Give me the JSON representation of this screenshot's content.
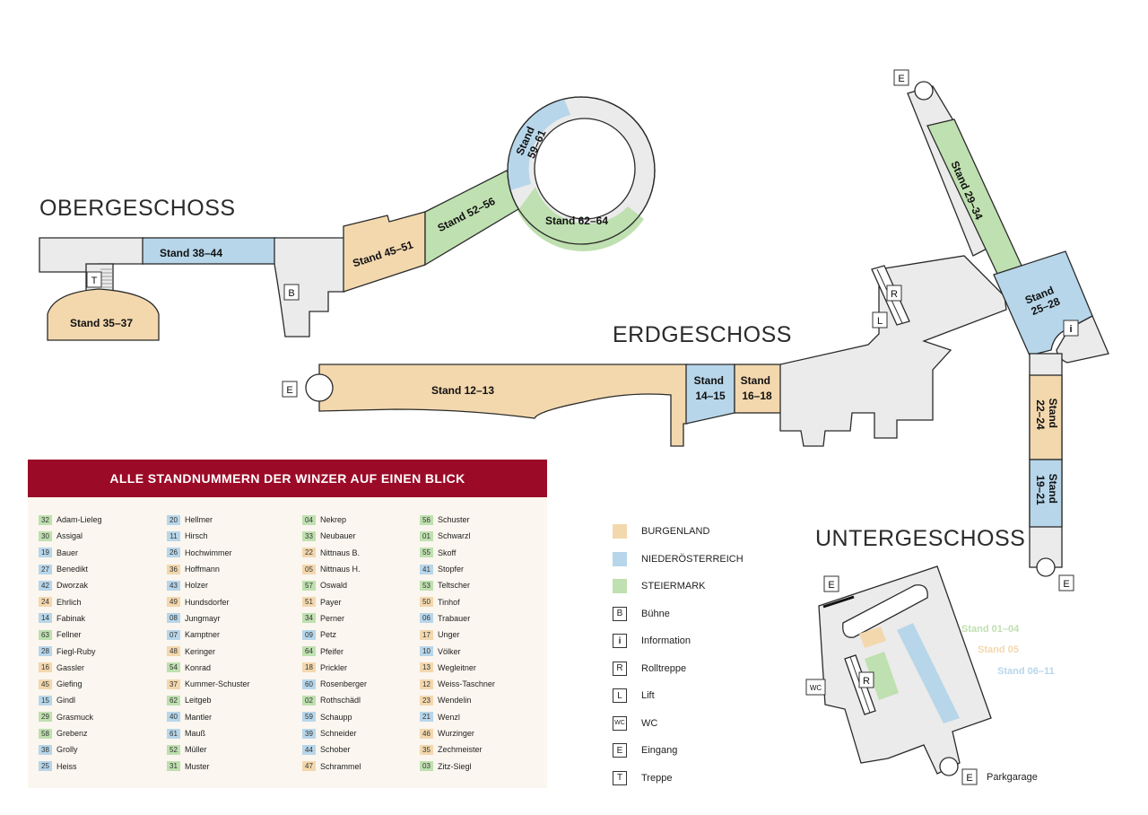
{
  "floors": {
    "obergeschoss": "OBERGESCHOSS",
    "erdgeschoss": "ERDGESCHOSS",
    "untergeschoss": "UNTERGESCHOSS"
  },
  "stands": {
    "s35_37": "Stand 35–37",
    "s38_44": "Stand 38–44",
    "s45_51": "Stand 45–51",
    "s52_56": "Stand 52–56",
    "s59_61": [
      "Stand",
      "59–61"
    ],
    "s62_64": "Stand 62–64",
    "s12_13": "Stand 12–13",
    "s14_15": [
      "Stand",
      "14–15"
    ],
    "s16_18": [
      "Stand",
      "16–18"
    ],
    "s29_34": "Stand 29–34",
    "s25_28": [
      "Stand",
      "25–28"
    ],
    "s22_24": [
      "Stand",
      "22–24"
    ],
    "s19_21": [
      "Stand",
      "19–21"
    ],
    "s01_04": "Stand 01–04",
    "s05": "Stand 05",
    "s06_11": "Stand 06–11"
  },
  "markers": {
    "treppe": "T",
    "buehne": "B",
    "rolltreppe": "R",
    "lift": "L",
    "eingang": "E",
    "wc": "WC",
    "info": "i",
    "parkgarage": "Parkgarage"
  },
  "colors": {
    "burgenland": "#f3d8ae",
    "niederoesterreich": "#b7d6ea",
    "steiermark": "#bfe0b0",
    "panel_header": "#9b0a27"
  },
  "panel": {
    "title": "ALLE STANDNUMMERN DER WINZER AUF EINEN BLICK",
    "columns": [
      [
        {
          "num": "32",
          "name": "Adam-Lieleg",
          "region": "stm"
        },
        {
          "num": "30",
          "name": "Assigal",
          "region": "stm"
        },
        {
          "num": "19",
          "name": "Bauer",
          "region": "noe"
        },
        {
          "num": "27",
          "name": "Benedikt",
          "region": "noe"
        },
        {
          "num": "42",
          "name": "Dworzak",
          "region": "noe"
        },
        {
          "num": "24",
          "name": "Ehrlich",
          "region": "bgl"
        },
        {
          "num": "14",
          "name": "Fabinak",
          "region": "noe"
        },
        {
          "num": "63",
          "name": "Fellner",
          "region": "stm"
        },
        {
          "num": "28",
          "name": "Fiegl-Ruby",
          "region": "noe"
        },
        {
          "num": "16",
          "name": "Gassler",
          "region": "bgl"
        },
        {
          "num": "45",
          "name": "Giefing",
          "region": "bgl"
        },
        {
          "num": "15",
          "name": "Gindl",
          "region": "noe"
        },
        {
          "num": "29",
          "name": "Grasmuck",
          "region": "stm"
        },
        {
          "num": "58",
          "name": "Grebenz",
          "region": "stm"
        },
        {
          "num": "38",
          "name": "Grolly",
          "region": "noe"
        },
        {
          "num": "25",
          "name": "Heiss",
          "region": "noe"
        }
      ],
      [
        {
          "num": "20",
          "name": "Hellmer",
          "region": "noe"
        },
        {
          "num": "11",
          "name": "Hirsch",
          "region": "noe"
        },
        {
          "num": "26",
          "name": "Hochwimmer",
          "region": "noe"
        },
        {
          "num": "36",
          "name": "Hoffmann",
          "region": "bgl"
        },
        {
          "num": "43",
          "name": "Holzer",
          "region": "noe"
        },
        {
          "num": "49",
          "name": "Hundsdorfer",
          "region": "bgl"
        },
        {
          "num": "08",
          "name": "Jungmayr",
          "region": "noe"
        },
        {
          "num": "07",
          "name": "Kamptner",
          "region": "noe"
        },
        {
          "num": "48",
          "name": "Keringer",
          "region": "bgl"
        },
        {
          "num": "54",
          "name": "Konrad",
          "region": "stm"
        },
        {
          "num": "37",
          "name": "Kummer-Schuster",
          "region": "bgl"
        },
        {
          "num": "62",
          "name": "Leitgeb",
          "region": "stm"
        },
        {
          "num": "40",
          "name": "Mantler",
          "region": "noe"
        },
        {
          "num": "61",
          "name": "Mauß",
          "region": "noe"
        },
        {
          "num": "52",
          "name": "Müller",
          "region": "stm"
        },
        {
          "num": "31",
          "name": "Muster",
          "region": "stm"
        }
      ],
      [
        {
          "num": "04",
          "name": "Nekrep",
          "region": "stm"
        },
        {
          "num": "33",
          "name": "Neubauer",
          "region": "stm"
        },
        {
          "num": "22",
          "name": "Nittnaus B.",
          "region": "bgl"
        },
        {
          "num": "05",
          "name": "Nittnaus H.",
          "region": "bgl"
        },
        {
          "num": "57",
          "name": "Oswald",
          "region": "stm"
        },
        {
          "num": "51",
          "name": "Payer",
          "region": "bgl"
        },
        {
          "num": "34",
          "name": "Perner",
          "region": "stm"
        },
        {
          "num": "09",
          "name": "Petz",
          "region": "noe"
        },
        {
          "num": "64",
          "name": "Pfeifer",
          "region": "stm"
        },
        {
          "num": "18",
          "name": "Prickler",
          "region": "bgl"
        },
        {
          "num": "60",
          "name": "Rosenberger",
          "region": "noe"
        },
        {
          "num": "02",
          "name": "Rothschädl",
          "region": "stm"
        },
        {
          "num": "59",
          "name": "Schaupp",
          "region": "noe"
        },
        {
          "num": "39",
          "name": "Schneider",
          "region": "noe"
        },
        {
          "num": "44",
          "name": "Schober",
          "region": "noe"
        },
        {
          "num": "47",
          "name": "Schrammel",
          "region": "bgl"
        }
      ],
      [
        {
          "num": "56",
          "name": "Schuster",
          "region": "stm"
        },
        {
          "num": "01",
          "name": "Schwarzl",
          "region": "stm"
        },
        {
          "num": "55",
          "name": "Skoff",
          "region": "stm"
        },
        {
          "num": "41",
          "name": "Stopfer",
          "region": "noe"
        },
        {
          "num": "53",
          "name": "Teltscher",
          "region": "stm"
        },
        {
          "num": "50",
          "name": "Tinhof",
          "region": "bgl"
        },
        {
          "num": "06",
          "name": "Trabauer",
          "region": "noe"
        },
        {
          "num": "17",
          "name": "Unger",
          "region": "bgl"
        },
        {
          "num": "10",
          "name": "Völker",
          "region": "noe"
        },
        {
          "num": "13",
          "name": "Wegleitner",
          "region": "bgl"
        },
        {
          "num": "12",
          "name": "Weiss-Taschner",
          "region": "bgl"
        },
        {
          "num": "23",
          "name": "Wendelin",
          "region": "bgl"
        },
        {
          "num": "21",
          "name": "Wenzl",
          "region": "noe"
        },
        {
          "num": "46",
          "name": "Wurzinger",
          "region": "bgl"
        },
        {
          "num": "35",
          "name": "Zechmeister",
          "region": "bgl"
        },
        {
          "num": "03",
          "name": "Zitz-Siegl",
          "region": "stm"
        }
      ]
    ]
  },
  "legend": [
    {
      "type": "swatch",
      "region": "bgl",
      "label": "BURGENLAND"
    },
    {
      "type": "swatch",
      "region": "noe",
      "label": "NIEDERÖSTERREICH"
    },
    {
      "type": "swatch",
      "region": "stm",
      "label": "STEIERMARK"
    },
    {
      "type": "key",
      "key": "B",
      "label": "Bühne"
    },
    {
      "type": "key",
      "key": "i",
      "label": "Information"
    },
    {
      "type": "key",
      "key": "R",
      "label": "Rolltreppe"
    },
    {
      "type": "key",
      "key": "L",
      "label": "Lift"
    },
    {
      "type": "key",
      "key": "WC",
      "label": "WC"
    },
    {
      "type": "key",
      "key": "E",
      "label": "Eingang"
    },
    {
      "type": "key",
      "key": "T",
      "label": "Treppe"
    }
  ]
}
